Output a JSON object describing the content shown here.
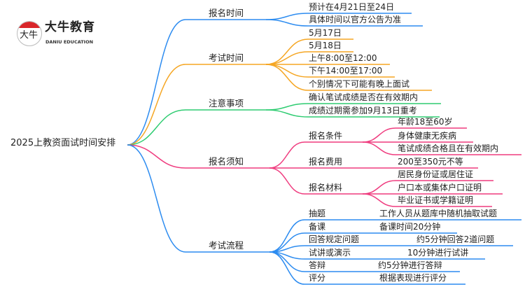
{
  "logo": {
    "name": "大牛教育",
    "subtitle": "DANIU EDUCATION",
    "glyph": "大牛"
  },
  "colors": {
    "blue": "#2d8cf0",
    "orange": "#f5a623",
    "green": "#2ecc71",
    "pink": "#ef3c7f"
  },
  "root": "2025上教资面试时间安排",
  "branches": {
    "signup_time": {
      "label": "报名时间",
      "items": [
        "预计在4月21日至24日",
        "具体时间以官方公告为准"
      ]
    },
    "exam_time": {
      "label": "考试时间",
      "items": [
        "5月17日",
        "5月18日",
        "上午8:00至12:00",
        "下午14:00至17:00",
        "个别情况下可能有晚上面试"
      ]
    },
    "notes": {
      "label": "注意事项",
      "items": [
        "确认笔试成绩是否在有效期内",
        "成绩过期需参加9月13日重考"
      ]
    },
    "signup_info": {
      "label": "报名须知",
      "conditions": {
        "label": "报名条件",
        "items": [
          "年龄18至60岁",
          "身体健康无疾病",
          "笔试成绩合格且在有效期内"
        ]
      },
      "fee": {
        "label": "报名费用",
        "value": "200至350元不等"
      },
      "materials": {
        "label": "报名材料",
        "items": [
          "居民身份证或居住证",
          "户口本或集体户口证明",
          "毕业证书或学籍证明"
        ]
      }
    },
    "process": {
      "label": "考试流程",
      "steps": [
        {
          "name": "抽题",
          "desc": "工作人员从题库中随机抽取试题"
        },
        {
          "name": "备课",
          "desc": "备课时间20分钟"
        },
        {
          "name": "回答规定问题",
          "desc": "约5分钟回答2道问题"
        },
        {
          "name": "试讲或演示",
          "desc": "10分钟进行试讲"
        },
        {
          "name": "答辩",
          "desc": "约5分钟进行答辩"
        },
        {
          "name": "评分",
          "desc": "根据表现进行评分"
        }
      ]
    }
  }
}
